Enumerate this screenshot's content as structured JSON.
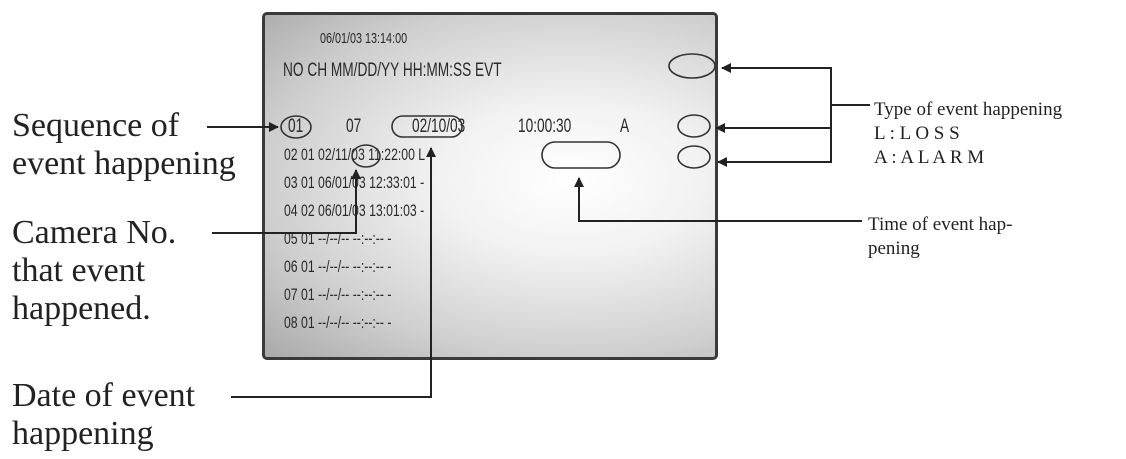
{
  "screen": {
    "current_time": "06/01/03 13:14:00",
    "header": "NO CH MM/DD/YY HH:MM:SS EVT",
    "row1": {
      "no": "01",
      "ch": "07",
      "date": "02/10/03",
      "time": "10:00:30",
      "evt": "A"
    },
    "rows": [
      "02 01 02/11/03 11:22:00 L",
      "03 01 06/01/03 12:33:01 -",
      "04 02 06/01/03 13:01:03 -",
      "05 01 --/--/-- --:--:-- -",
      "06 01 --/--/-- --:--:-- -",
      "07 01 --/--/-- --:--:-- -",
      "08 01 --/--/-- --:--:-- -"
    ]
  },
  "annotations": {
    "sequence": [
      "Sequence of",
      "event happening"
    ],
    "camera": [
      "Camera No.",
      "that event",
      "happened."
    ],
    "date": [
      "Date of event",
      "happening"
    ],
    "type": [
      "Type of event happening",
      "L : L O S S",
      "A : A L A R M"
    ],
    "time": [
      "Time of event hap-",
      "pening"
    ]
  },
  "colors": {
    "line": "#222222",
    "screen_border": "#3a3a3a"
  }
}
